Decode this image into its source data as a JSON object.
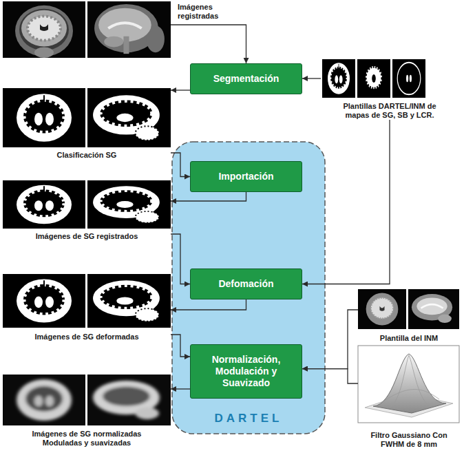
{
  "diagram": {
    "nodes": [
      {
        "text": [
          "Imágenes registradas"
        ]
      },
      {
        "text": [
          "Segmentación"
        ]
      },
      {
        "text": [
          "Plantillas DARTEL/INM de mapas de SG, SB y LCR."
        ]
      },
      {
        "text": [
          "Clasificación SG"
        ]
      },
      {
        "text": [
          "DARTEL"
        ]
      },
      {
        "text": [
          "Importación"
        ],
        "in": 4
      },
      {
        "text": [
          "Imágenes de SG registrados"
        ]
      },
      {
        "text": [
          "Defomación"
        ],
        "in": 4
      },
      {
        "text": [
          "Imágenes de SG deformadas"
        ]
      },
      {
        "text": [
          "Normalización, Modulación y Suavizado"
        ],
        "in": 4
      },
      {
        "text": [
          "Plantilla del INM"
        ]
      },
      {
        "text": [
          "Filtro Gaussiano Con FWHM de 8 mm"
        ]
      },
      {
        "text": [
          "Imágenes de SG normalizadas Moduladas y suavizadas"
        ]
      }
    ],
    "edges": [
      {
        "from": 0,
        "to": 1,
        "arrow": "to"
      },
      {
        "from": 2,
        "to": 1,
        "arrow": "to"
      },
      {
        "from": 1,
        "to": 3,
        "arrow": "to"
      },
      {
        "from": 3,
        "to": 5,
        "arrow": "to"
      },
      {
        "from": 5,
        "to": 6,
        "arrow": "to"
      },
      {
        "from": 6,
        "to": 7,
        "arrow": "to"
      },
      {
        "from": 2,
        "to": 7,
        "arrow": "to"
      },
      {
        "from": 7,
        "to": 8,
        "arrow": "to"
      },
      {
        "from": 8,
        "to": 9,
        "arrow": "to"
      },
      {
        "from": 10,
        "to": 9,
        "arrow": "to"
      },
      {
        "from": 11,
        "to": 9,
        "arrow": "to"
      },
      {
        "from": 9,
        "to": 12,
        "arrow": "to"
      }
    ]
  }
}
